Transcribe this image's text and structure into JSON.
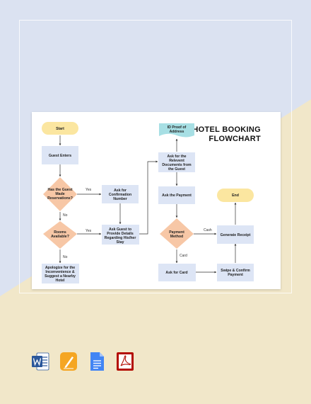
{
  "colors": {
    "bg_top": "#dbe2f1",
    "bg_bottom": "#f1e7c9",
    "terminal": "#fbe6a0",
    "process": "#dde5f5",
    "decision": "#f7c7a6",
    "document": "#a7dfe4",
    "arrow": "#333333"
  },
  "title": {
    "line1": "HOTEL BOOKING",
    "line2": "FLOWCHART"
  },
  "nodes": {
    "start": "Start",
    "guest_enters": "Guest Enters",
    "made_reservations": [
      "Has the Guest",
      "Made",
      "Reservations?"
    ],
    "ask_confirmation": [
      "Ask for",
      "Confirmation",
      "Number"
    ],
    "rooms_available": [
      "Rooms",
      "Available?"
    ],
    "provide_details": [
      "Ask Guest to",
      "Provide Details",
      "Regarding His/her",
      "Stay"
    ],
    "apologize": [
      "Apologize for the",
      "Inconvenience &",
      "Suggest a Nearby",
      "Hotel"
    ],
    "id_proof": [
      "ID Proof of",
      "Address"
    ],
    "ask_documents": [
      "Ask for the",
      "Relevent",
      "Documents from",
      "the Guest"
    ],
    "ask_payment": "Ask the Payment",
    "payment_method": [
      "Payment",
      "Method"
    ],
    "ask_card": "Ask for Card",
    "swipe_confirm": [
      "Swipe & Confirm",
      "Payment"
    ],
    "generate_receipt": "Generate Receipt",
    "end": "End"
  },
  "edge_labels": {
    "yes1": "Yes",
    "no1": "No",
    "yes2": "Yes",
    "no2": "No",
    "cash": "Cash",
    "card": "Card"
  },
  "app_icons": [
    "word-icon",
    "pages-icon",
    "google-docs-icon",
    "pdf-icon"
  ]
}
